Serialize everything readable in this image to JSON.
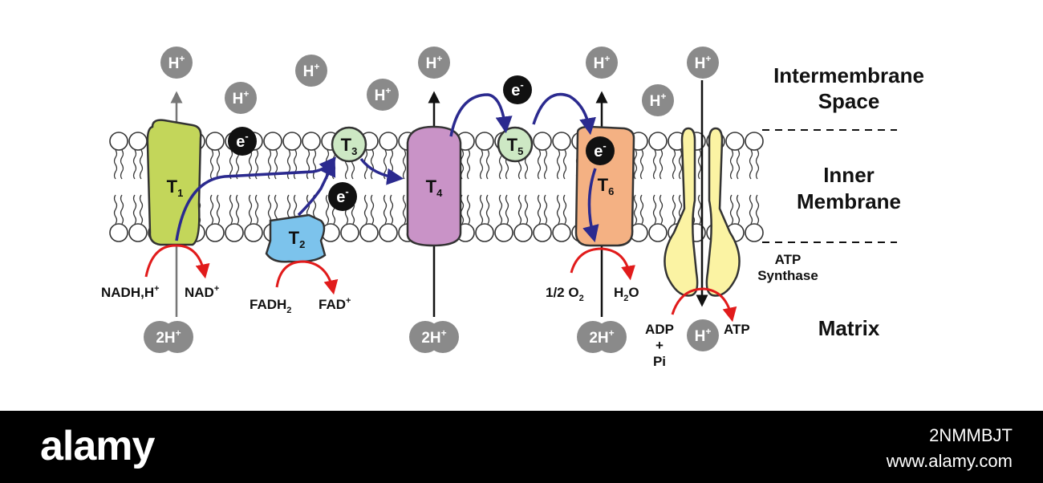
{
  "regions": {
    "intermembrane_1": "Intermembrane",
    "intermembrane_2": "Space",
    "inner_1": "Inner",
    "inner_2": "Membrane",
    "matrix": "Matrix"
  },
  "ions": {
    "proton_base": "H",
    "proton_charge": "+",
    "two_proton_base": "2H",
    "electron_base": "e",
    "electron_charge": "-"
  },
  "transporters": {
    "t1": {
      "letter": "T",
      "sub": "1",
      "color": "#c3d65a"
    },
    "t2": {
      "letter": "T",
      "sub": "2",
      "color": "#7cc3ec"
    },
    "t3": {
      "letter": "T",
      "sub": "3",
      "color": "#cde8c4"
    },
    "t4": {
      "letter": "T",
      "sub": "4",
      "color": "#c993c7"
    },
    "t5": {
      "letter": "T",
      "sub": "5",
      "color": "#cde8c4"
    },
    "t6": {
      "letter": "T",
      "sub": "6",
      "color": "#f4b183"
    }
  },
  "reactions": {
    "nadh": "NADH,H",
    "nadh_sup": "+",
    "nad": "NAD",
    "nad_sup": "+",
    "fadh": "FADH",
    "fadh_sub": "2",
    "fad": "FAD",
    "fad_sup": "+",
    "oxygen": "1/2 O",
    "oxygen_sub": "2",
    "water_h": "H",
    "water_sub": "2",
    "water_o": "O",
    "adp": "ADP",
    "plus": "+",
    "pi": "Pi",
    "atp": "ATP"
  },
  "synthase": {
    "line1": "ATP",
    "line2": "Synthase",
    "color": "#fbf3a3"
  },
  "footer": {
    "logo": "alamy",
    "image_id": "2NMMBJT",
    "url": "www.alamy.com"
  },
  "colors": {
    "ion": "#8a8a8a",
    "electron": "#111111",
    "electron_arrow": "#2b2a8f",
    "reaction_arrow": "#e11b1b",
    "membrane": "#333333"
  }
}
